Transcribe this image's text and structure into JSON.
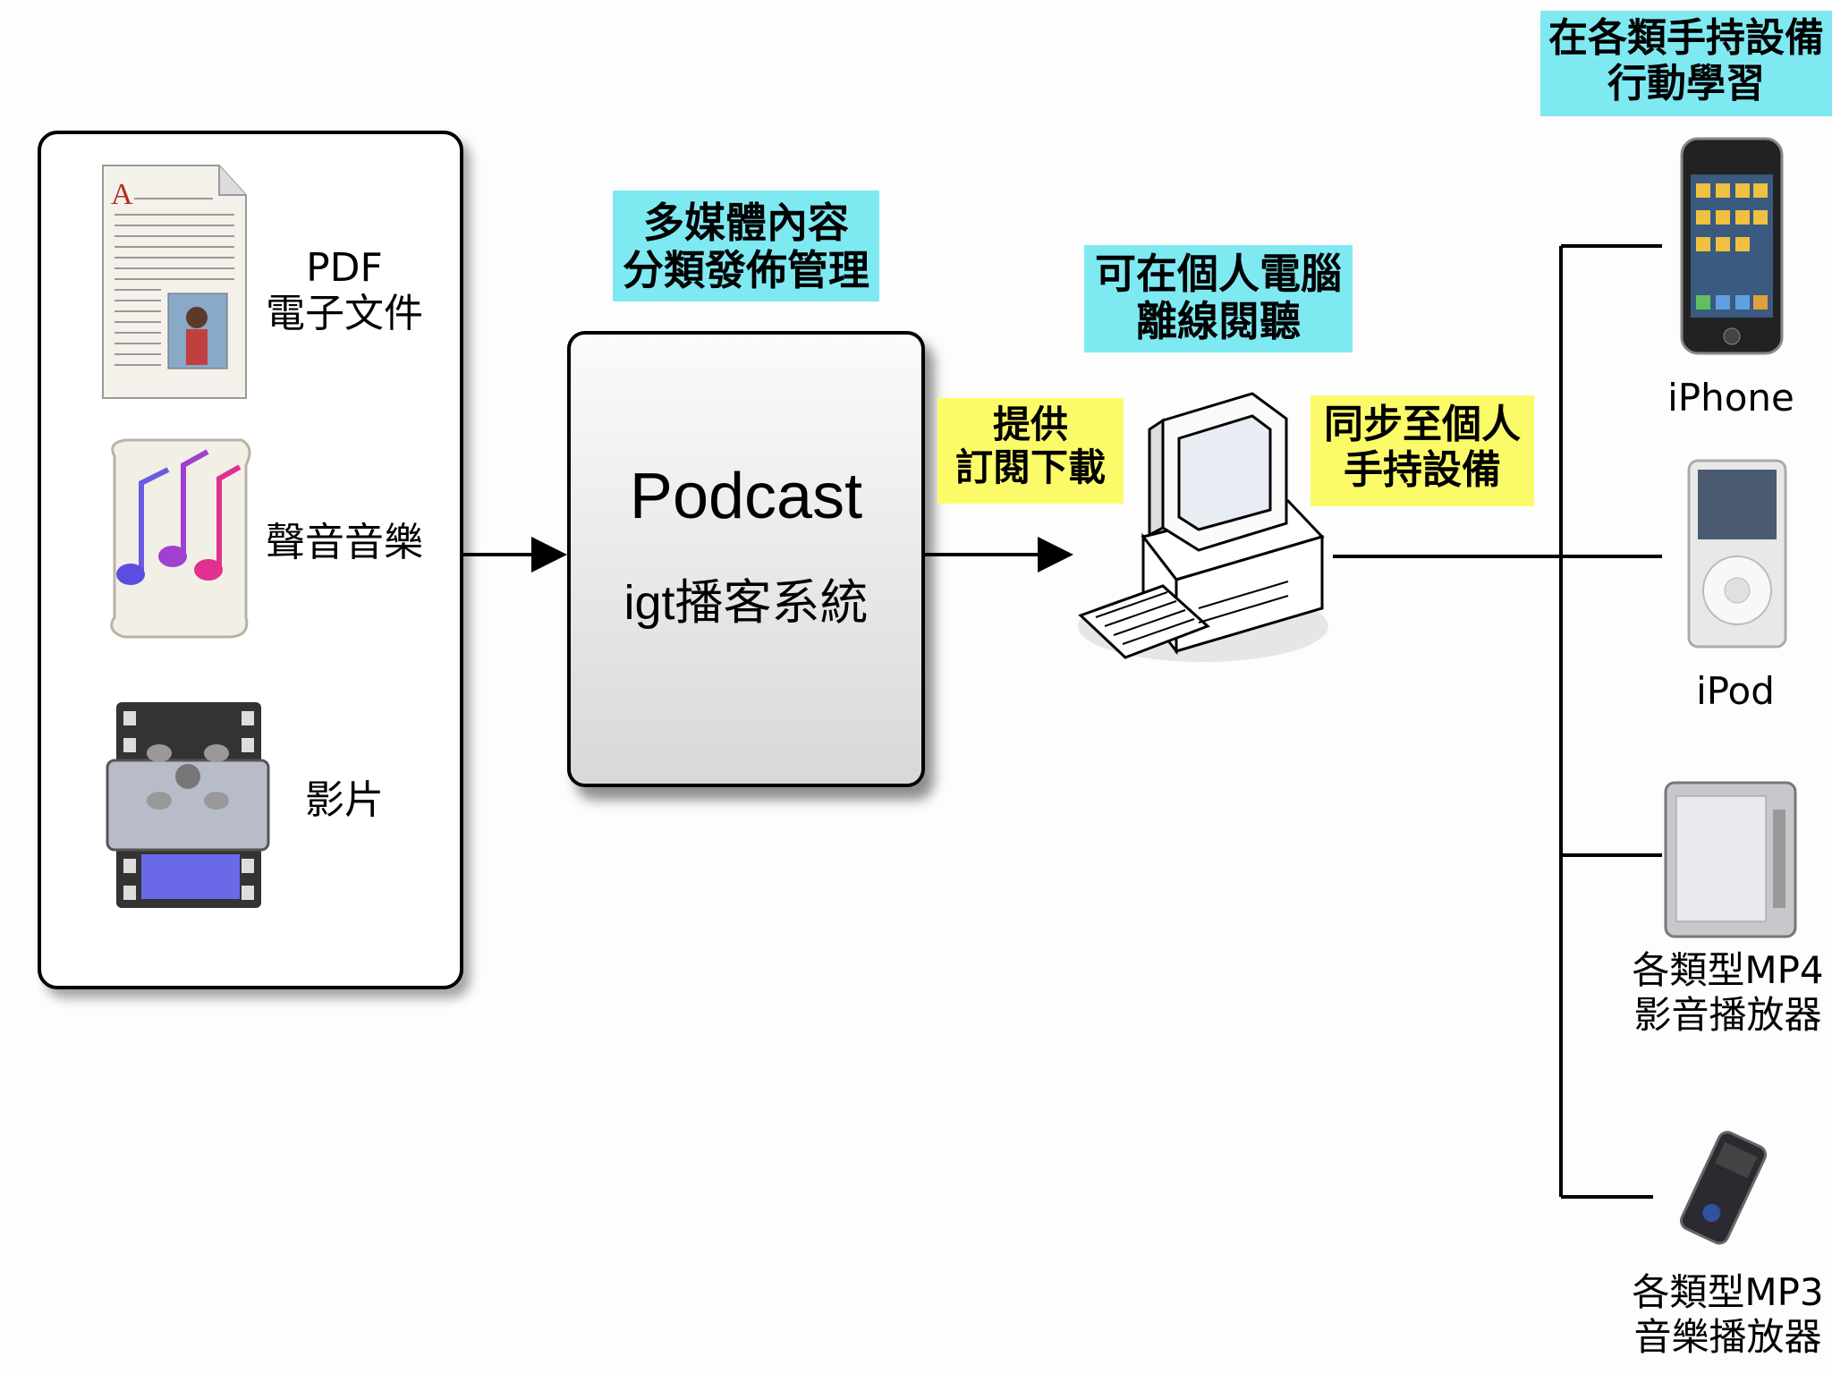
{
  "sources": {
    "pdf": "PDF\n電子文件",
    "audio": "聲音音樂",
    "video": "影片"
  },
  "podcast": {
    "title": "Podcast",
    "subtitle": "igt播客系統"
  },
  "callouts": {
    "publish": "多媒體內容\n分類發佈管理",
    "subscribe": "提供\n訂閱下載",
    "offline": "可在個人電腦\n離線閱聽",
    "sync": "同步至個人\n手持設備",
    "mobile": "在各類手持設備\n行動學習"
  },
  "devices": {
    "iphone": "iPhone",
    "ipod": "iPod",
    "mp4": "各類型MP4\n影音播放器",
    "mp3": "各類型MP3\n音樂播放器"
  },
  "colors": {
    "cyan": "#7fe9f2",
    "yellow": "#fbfb6a"
  }
}
